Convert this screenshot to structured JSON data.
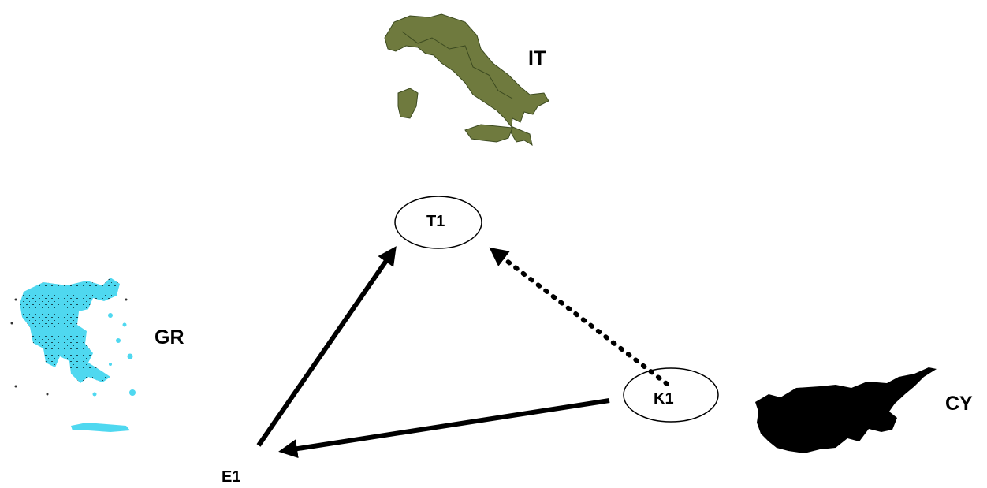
{
  "countries": {
    "italy": {
      "code": "IT",
      "map_color": "#6f7a3e"
    },
    "greece": {
      "code": "GR",
      "map_color": "#4fd8f0"
    },
    "cyprus": {
      "code": "CY",
      "map_color": "#000000"
    }
  },
  "nodes": {
    "t1": "T1",
    "k1": "K1",
    "e1": "E1"
  },
  "edges": [
    {
      "from": "E1",
      "to": "T1",
      "style": "solid"
    },
    {
      "from": "K1",
      "to": "T1",
      "style": "dotted"
    },
    {
      "from": "K1",
      "to": "E1",
      "style": "solid"
    }
  ]
}
